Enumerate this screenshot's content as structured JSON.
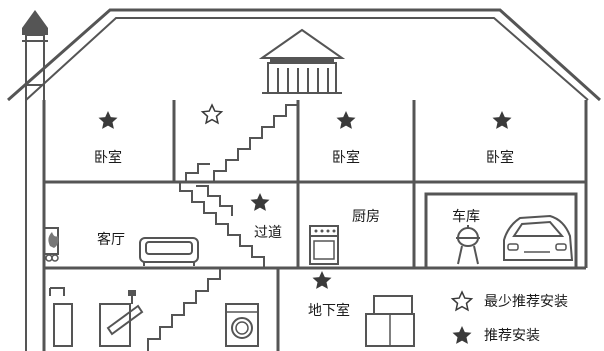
{
  "rooms": {
    "bedroom_left": "卧室",
    "bedroom_mid": "卧室",
    "bedroom_right": "卧室",
    "living_room": "客厅",
    "hallway": "过道",
    "kitchen": "厨房",
    "garage": "车库",
    "basement": "地下室"
  },
  "legend": {
    "min_label": "最少推荐安装",
    "rec_label": "推荐安装"
  },
  "colors": {
    "line": "#555555",
    "star": "#3a3a3a"
  }
}
